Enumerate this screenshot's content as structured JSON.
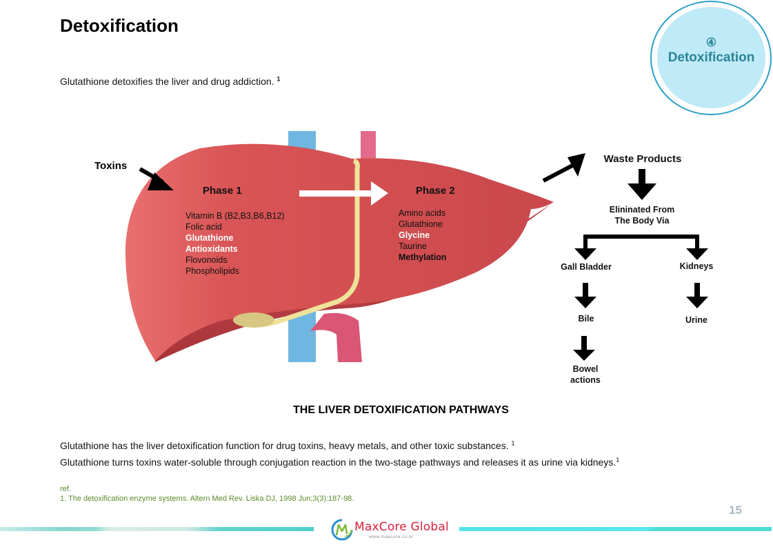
{
  "header": {
    "title": "Detoxification",
    "intro_text": "Glutathione  detoxifies the liver and drug addiction.",
    "intro_ref": "1"
  },
  "badge": {
    "number": "④",
    "label": "Detoxification",
    "colors": {
      "ring": "#2aa0c8",
      "fill": "#bfeaf7",
      "text": "#2b8599"
    }
  },
  "diagram": {
    "toxins_label": "Toxins",
    "phase1": {
      "title": "Phase 1",
      "items": [
        {
          "text": "Vitamin B (B2,B3,B6,B12)",
          "style": "normal"
        },
        {
          "text": "Folic acid",
          "style": "normal"
        },
        {
          "text": "Glutathione",
          "style": "white"
        },
        {
          "text": "Antioxidants",
          "style": "white"
        },
        {
          "text": "Flovonoids",
          "style": "normal"
        },
        {
          "text": "Phospholipids",
          "style": "normal"
        }
      ]
    },
    "phase2": {
      "title": "Phase 2",
      "items": [
        {
          "text": "Amino acids",
          "style": "normal"
        },
        {
          "text": "Glutathione",
          "style": "normal"
        },
        {
          "text": "Glycine",
          "style": "white"
        },
        {
          "text": "Taurine",
          "style": "normal"
        },
        {
          "text": "Methylation",
          "style": "dark"
        }
      ]
    },
    "flow": {
      "waste_products": "Waste Products",
      "eliminated_line1": "Elininated From",
      "eliminated_line2": "The Body  Via",
      "gall_bladder": "Gall Bladder",
      "kidneys": "Kidneys",
      "bile": "Bile",
      "urine": "Urine",
      "bowel_line1": "Bowel",
      "bowel_line2": "actions"
    },
    "caption": "THE LIVER DETOXIFICATION PATHWAYS"
  },
  "body": {
    "line1": "Glutathione  has the liver detoxification function for drug toxins, heavy metals, and other toxic substances.",
    "line1_ref": "1",
    "line2": "Glutathione  turns  toxins  water-soluble  through  conjugation  reaction in the two-stage pathways  and releases it as urine via kidneys.",
    "line2_ref": "1"
  },
  "references": {
    "heading": "ref.",
    "items": [
      "1. The detoxification enzyme systems. Altern Med Rev. Liska DJ, 1998 Jun;3(3):187-98."
    ]
  },
  "footer": {
    "page_number": "15",
    "logo_text": "MaxCore Global",
    "logo_url": "www.maxcore.co.kr",
    "colors": {
      "logo_red": "#d9203a",
      "band_teal": "#4fdcd6"
    }
  }
}
